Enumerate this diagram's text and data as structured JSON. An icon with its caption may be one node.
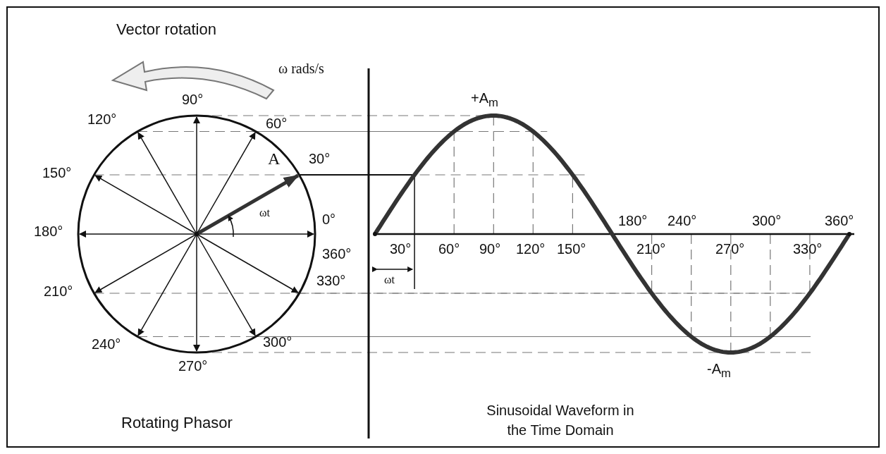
{
  "diagram": {
    "labels": [
      "Vector rotation",
      "ω rads/s",
      "90°",
      "+A$_{m}$",
      "120°",
      "60°",
      "150°",
      "A",
      "30°",
      "180°",
      "ωt",
      "0°",
      "180°",
      "240°",
      "300°",
      "360°",
      "360°",
      "30°",
      "60°",
      "90°",
      "120°",
      "150°",
      "210°",
      "270°",
      "330°",
      "210°",
      "330°",
      "ωt",
      "240°",
      "300°",
      "270°",
      "-A$_{m}$",
      "Sinusoidal Waveform in the Time Domain",
      "Rotating Phasor"
    ]
  }
}
